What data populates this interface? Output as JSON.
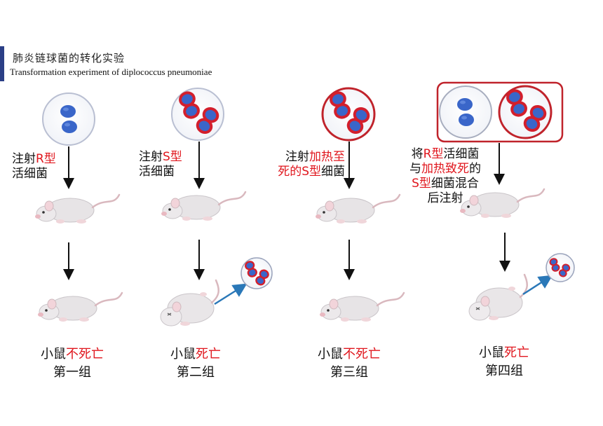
{
  "title": {
    "zh": "肺炎链球菌的转化实验",
    "en": "Transformation experiment of diplococcus pneumoniae"
  },
  "colors": {
    "accent_red": "#e0161d",
    "bacteria_blue": "#3a66c9",
    "capsule_red": "#d31f2c",
    "arrow_blue": "#2a78b8",
    "title_bar": "#2b3f86"
  },
  "groups": [
    {
      "label_parts": [
        {
          "text": "注射",
          "red": false
        },
        {
          "text": "R型",
          "red": true
        },
        {
          "text": "活细菌",
          "red": false
        }
      ],
      "result_parts": [
        {
          "text": "小鼠",
          "red": false
        },
        {
          "text": "不死亡",
          "red": true
        }
      ],
      "name": "第一组"
    },
    {
      "label_parts": [
        {
          "text": "注射",
          "red": false
        },
        {
          "text": "S型",
          "red": true
        },
        {
          "text": "活细菌",
          "red": false
        }
      ],
      "result_parts": [
        {
          "text": "小鼠",
          "red": false
        },
        {
          "text": "死亡",
          "red": true
        }
      ],
      "name": "第二组"
    },
    {
      "label_parts": [
        {
          "text": "注射",
          "red": false
        },
        {
          "text": "加热至",
          "red": true
        },
        {
          "text": "死的",
          "red": true
        },
        {
          "text": "S型",
          "red": true
        },
        {
          "text": "细菌",
          "red": false
        }
      ],
      "result_parts": [
        {
          "text": "小鼠",
          "red": false
        },
        {
          "text": "不死亡",
          "red": true
        }
      ],
      "name": "第三组"
    },
    {
      "label_parts": [
        {
          "text": "将",
          "red": false
        },
        {
          "text": "R型",
          "red": true
        },
        {
          "text": "活细菌",
          "red": false
        },
        {
          "text": "与",
          "red": false
        },
        {
          "text": "加热致死",
          "red": true
        },
        {
          "text": "的",
          "red": false
        },
        {
          "text": "S型",
          "red": true
        },
        {
          "text": "细菌混合",
          "red": false
        },
        {
          "text": "后注射",
          "red": false
        }
      ],
      "result_parts": [
        {
          "text": "小鼠",
          "red": false
        },
        {
          "text": "死亡",
          "red": true
        }
      ],
      "name": "第四组"
    }
  ]
}
